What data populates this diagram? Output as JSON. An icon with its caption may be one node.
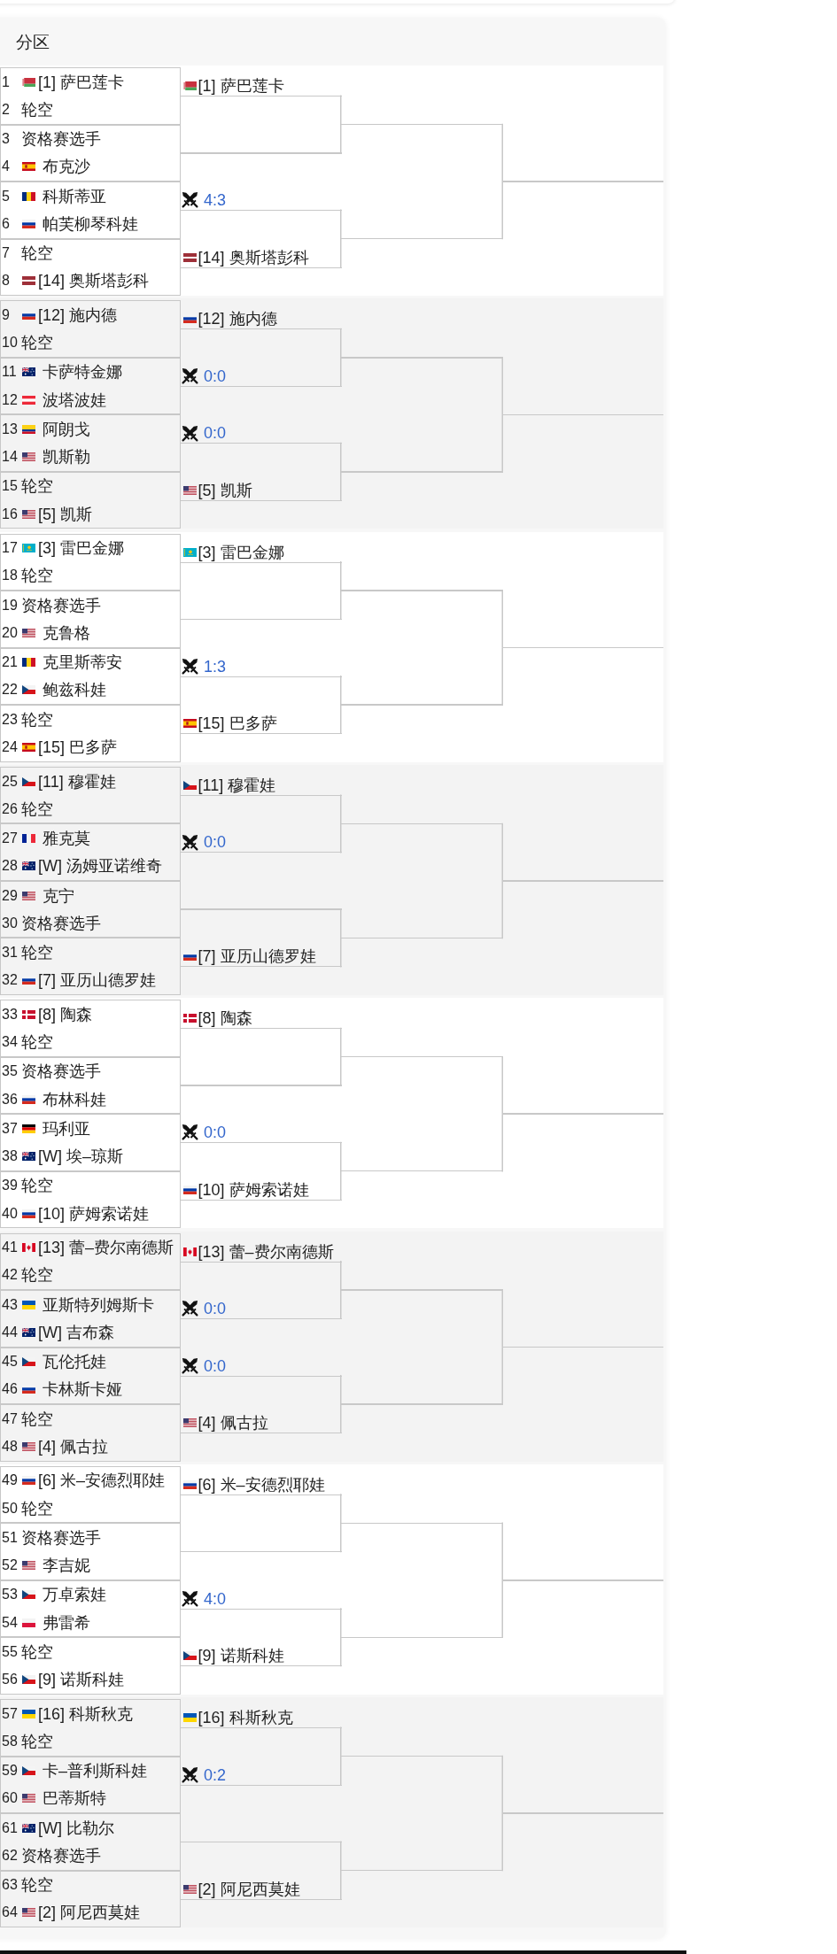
{
  "diagram": {
    "title": "分区",
    "nodes": [
      {
        "text": [
          "1",
          "[1] 萨巴莲卡",
          "2",
          "轮空"
        ]
      },
      {
        "text": [
          "3",
          "资格赛选手",
          "4",
          "布克沙"
        ]
      },
      {
        "text": [
          "5",
          "科斯蒂亚",
          "6",
          "帕芙柳琴科娃"
        ]
      },
      {
        "text": [
          "7",
          "轮空",
          "8",
          "[14] 奥斯塔彭科"
        ]
      },
      {
        "text": [
          "[1] 萨巴莲卡"
        ]
      },
      {
        "text": [],
        "shape": "line"
      },
      {
        "text": [
          "4:3"
        ]
      },
      {
        "text": [
          "[14] 奥斯塔彭科"
        ]
      },
      {
        "text": [],
        "shape": "line"
      },
      {
        "text": [],
        "shape": "line"
      },
      {
        "text": [],
        "shape": "line"
      },
      {
        "text": [
          "9",
          "[12] 施内德",
          "10",
          "轮空"
        ]
      },
      {
        "text": [
          "11",
          "卡萨特金娜",
          "12",
          "波塔波娃"
        ]
      },
      {
        "text": [
          "13",
          "阿朗戈",
          "14",
          "凯斯勒"
        ]
      },
      {
        "text": [
          "15",
          "轮空",
          "16",
          "[5] 凯斯"
        ]
      },
      {
        "text": [
          "[12] 施内德"
        ]
      },
      {
        "text": [
          "0:0"
        ]
      },
      {
        "text": [
          "0:0"
        ]
      },
      {
        "text": [
          "[5] 凯斯"
        ]
      },
      {
        "text": [],
        "shape": "line"
      },
      {
        "text": [],
        "shape": "line"
      },
      {
        "text": [],
        "shape": "line"
      },
      {
        "text": [
          "17",
          "[3] 雷巴金娜",
          "18",
          "轮空"
        ]
      },
      {
        "text": [
          "19",
          "资格赛选手",
          "20",
          "克鲁格"
        ]
      },
      {
        "text": [
          "21",
          "克里斯蒂安",
          "22",
          "鲍兹科娃"
        ]
      },
      {
        "text": [
          "23",
          "轮空",
          "24",
          "[15] 巴多萨"
        ]
      },
      {
        "text": [
          "[3] 雷巴金娜"
        ]
      },
      {
        "text": [],
        "shape": "line"
      },
      {
        "text": [
          "1:3"
        ]
      },
      {
        "text": [
          "[15] 巴多萨"
        ]
      },
      {
        "text": [],
        "shape": "line"
      },
      {
        "text": [],
        "shape": "line"
      },
      {
        "text": [],
        "shape": "line"
      },
      {
        "text": [
          "25",
          "[11] 穆霍娃",
          "26",
          "轮空"
        ]
      },
      {
        "text": [
          "27",
          "雅克莫",
          "28",
          "[W] 汤姆亚诺维奇"
        ]
      },
      {
        "text": [
          "29",
          "克宁",
          "30",
          "资格赛选手"
        ]
      },
      {
        "text": [
          "31",
          "轮空",
          "32",
          "[7] 亚历山德罗娃"
        ]
      },
      {
        "text": [
          "[11] 穆霍娃"
        ]
      },
      {
        "text": [
          "0:0"
        ]
      },
      {
        "text": [],
        "shape": "line"
      },
      {
        "text": [
          "[7] 亚历山德罗娃"
        ]
      },
      {
        "text": [],
        "shape": "line"
      },
      {
        "text": [],
        "shape": "line"
      },
      {
        "text": [],
        "shape": "line"
      },
      {
        "text": [
          "33",
          "[8] 陶森",
          "34",
          "轮空"
        ]
      },
      {
        "text": [
          "35",
          "资格赛选手",
          "36",
          "布林科娃"
        ]
      },
      {
        "text": [
          "37",
          "玛利亚",
          "38",
          "[W] 埃–琼斯"
        ]
      },
      {
        "text": [
          "39",
          "轮空",
          "40",
          "[10] 萨姆索诺娃"
        ]
      },
      {
        "text": [
          "[8] 陶森"
        ]
      },
      {
        "text": [],
        "shape": "line"
      },
      {
        "text": [
          "0:0"
        ]
      },
      {
        "text": [
          "[10] 萨姆索诺娃"
        ]
      },
      {
        "text": [],
        "shape": "line"
      },
      {
        "text": [],
        "shape": "line"
      },
      {
        "text": [],
        "shape": "line"
      },
      {
        "text": [
          "41",
          "[13] 蕾–费尔南德斯",
          "42",
          "轮空"
        ]
      },
      {
        "text": [
          "43",
          "亚斯特列姆斯卡",
          "44",
          "[W] 吉布森"
        ]
      },
      {
        "text": [
          "45",
          "瓦伦托娃",
          "46",
          "卡林斯卡娅"
        ]
      },
      {
        "text": [
          "47",
          "轮空",
          "48",
          "[4] 佩古拉"
        ]
      },
      {
        "text": [
          "[13] 蕾–费尔南德斯"
        ]
      },
      {
        "text": [
          "0:0"
        ]
      },
      {
        "text": [
          "0:0"
        ]
      },
      {
        "text": [
          "[4] 佩古拉"
        ]
      },
      {
        "text": [],
        "shape": "line"
      },
      {
        "text": [],
        "shape": "line"
      },
      {
        "text": [],
        "shape": "line"
      },
      {
        "text": [
          "49",
          "[6] 米–安德烈耶娃",
          "50",
          "轮空"
        ]
      },
      {
        "text": [
          "51",
          "资格赛选手",
          "52",
          "李吉妮"
        ]
      },
      {
        "text": [
          "53",
          "万卓索娃",
          "54",
          "弗雷希"
        ]
      },
      {
        "text": [
          "55",
          "轮空",
          "56",
          "[9] 诺斯科娃"
        ]
      },
      {
        "text": [
          "[6] 米–安德烈耶娃"
        ]
      },
      {
        "text": [],
        "shape": "line"
      },
      {
        "text": [
          "4:0"
        ]
      },
      {
        "text": [
          "[9] 诺斯科娃"
        ]
      },
      {
        "text": [],
        "shape": "line"
      },
      {
        "text": [],
        "shape": "line"
      },
      {
        "text": [],
        "shape": "line"
      },
      {
        "text": [
          "57",
          "[16] 科斯秋克",
          "58",
          "轮空"
        ]
      },
      {
        "text": [
          "59",
          "卡–普利斯科娃",
          "60",
          "巴蒂斯特"
        ]
      },
      {
        "text": [
          "61",
          "[W] 比勒尔",
          "62",
          "资格赛选手"
        ]
      },
      {
        "text": [
          "63",
          "轮空",
          "64",
          "[2] 阿尼西莫娃"
        ]
      },
      {
        "text": [
          "[16] 科斯秋克"
        ]
      },
      {
        "text": [
          "0:2"
        ]
      },
      {
        "text": [],
        "shape": "line"
      },
      {
        "text": [
          "[2] 阿尼西莫娃"
        ]
      },
      {
        "text": [],
        "shape": "line"
      },
      {
        "text": [],
        "shape": "line"
      },
      {
        "text": [],
        "shape": "line"
      }
    ],
    "edges": [
      {
        "from": 4,
        "to": 8,
        "arrow": "none"
      },
      {
        "from": 5,
        "to": 8,
        "arrow": "none"
      },
      {
        "from": 6,
        "to": 9,
        "arrow": "none"
      },
      {
        "from": 7,
        "to": 9,
        "arrow": "none"
      },
      {
        "from": 8,
        "to": 10,
        "arrow": "none"
      },
      {
        "from": 9,
        "to": 10,
        "arrow": "none"
      },
      {
        "from": 15,
        "to": 19,
        "arrow": "none"
      },
      {
        "from": 16,
        "to": 19,
        "arrow": "none"
      },
      {
        "from": 17,
        "to": 20,
        "arrow": "none"
      },
      {
        "from": 18,
        "to": 20,
        "arrow": "none"
      },
      {
        "from": 19,
        "to": 21,
        "arrow": "none"
      },
      {
        "from": 20,
        "to": 21,
        "arrow": "none"
      },
      {
        "from": 26,
        "to": 30,
        "arrow": "none"
      },
      {
        "from": 27,
        "to": 30,
        "arrow": "none"
      },
      {
        "from": 28,
        "to": 31,
        "arrow": "none"
      },
      {
        "from": 29,
        "to": 31,
        "arrow": "none"
      },
      {
        "from": 30,
        "to": 32,
        "arrow": "none"
      },
      {
        "from": 31,
        "to": 32,
        "arrow": "none"
      },
      {
        "from": 37,
        "to": 41,
        "arrow": "none"
      },
      {
        "from": 38,
        "to": 41,
        "arrow": "none"
      },
      {
        "from": 39,
        "to": 42,
        "arrow": "none"
      },
      {
        "from": 40,
        "to": 42,
        "arrow": "none"
      },
      {
        "from": 41,
        "to": 43,
        "arrow": "none"
      },
      {
        "from": 42,
        "to": 43,
        "arrow": "none"
      },
      {
        "from": 48,
        "to": 52,
        "arrow": "none"
      },
      {
        "from": 49,
        "to": 52,
        "arrow": "none"
      },
      {
        "from": 50,
        "to": 53,
        "arrow": "none"
      },
      {
        "from": 51,
        "to": 53,
        "arrow": "none"
      },
      {
        "from": 52,
        "to": 54,
        "arrow": "none"
      },
      {
        "from": 53,
        "to": 54,
        "arrow": "none"
      },
      {
        "from": 59,
        "to": 63,
        "arrow": "none"
      },
      {
        "from": 60,
        "to": 63,
        "arrow": "none"
      },
      {
        "from": 61,
        "to": 64,
        "arrow": "none"
      },
      {
        "from": 62,
        "to": 64,
        "arrow": "none"
      },
      {
        "from": 63,
        "to": 65,
        "arrow": "none"
      },
      {
        "from": 64,
        "to": 65,
        "arrow": "none"
      },
      {
        "from": 70,
        "to": 74,
        "arrow": "none"
      },
      {
        "from": 71,
        "to": 74,
        "arrow": "none"
      },
      {
        "from": 72,
        "to": 75,
        "arrow": "none"
      },
      {
        "from": 73,
        "to": 75,
        "arrow": "none"
      },
      {
        "from": 74,
        "to": 76,
        "arrow": "none"
      },
      {
        "from": 75,
        "to": 76,
        "arrow": "none"
      },
      {
        "from": 81,
        "to": 85,
        "arrow": "none"
      },
      {
        "from": 82,
        "to": 85,
        "arrow": "none"
      },
      {
        "from": 83,
        "to": 86,
        "arrow": "none"
      },
      {
        "from": 84,
        "to": 86,
        "arrow": "none"
      },
      {
        "from": 85,
        "to": 87,
        "arrow": "none"
      },
      {
        "from": 86,
        "to": 87,
        "arrow": "none"
      }
    ]
  }
}
